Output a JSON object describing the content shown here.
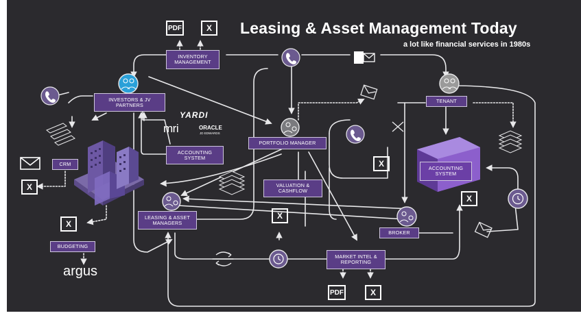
{
  "title": "Leasing & Asset Management Today",
  "subtitle": "a lot like financial services in 1980s",
  "boxes": {
    "inventory": "INVENTORY MANAGEMENT",
    "investors": "INVESTORS & JV PARTNERS",
    "tenant": "TENANT",
    "accounting_left": "ACCOUNTING SYSTEM",
    "portfolio": "PORTFOLIO MANAGER",
    "crm": "CRM",
    "valuation": "VALUATION & CASHFLOW",
    "accounting_right": "ACCOUNTING SYSTEM",
    "leasing": "LEASING & ASSET MANAGERS",
    "broker": "BROKER",
    "budgeting": "BUDGETING",
    "market": "MARKET INTEL & REPORTING"
  },
  "logos": {
    "yardi": "YARDI",
    "mri": "mri",
    "oracle": "ORACLE",
    "oracle_sub": "JD EDWARDS",
    "argus": "argus"
  },
  "icons": {
    "pdf": "PDF",
    "excel": "X",
    "outlook": "O"
  }
}
